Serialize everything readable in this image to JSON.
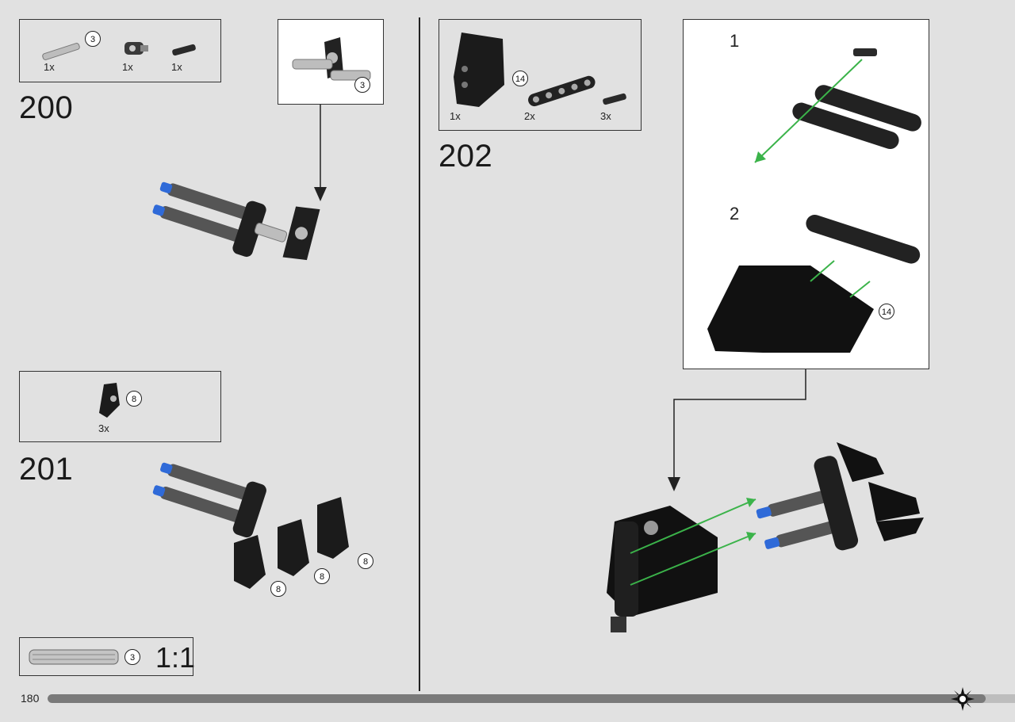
{
  "page_number": "180",
  "progress_fraction": 0.97,
  "step200": {
    "number": "200",
    "parts": [
      {
        "qty": "1x",
        "badge": "3",
        "icon": "axle-3-grey"
      },
      {
        "qty": "1x",
        "icon": "axle-connector-dark"
      },
      {
        "qty": "1x",
        "icon": "friction-pin-black"
      }
    ],
    "callout_badge": "3"
  },
  "step201": {
    "number": "201",
    "parts": [
      {
        "qty": "3x",
        "badge": "8",
        "icon": "panel-curved-black"
      }
    ],
    "badges": [
      "8",
      "8",
      "8"
    ]
  },
  "step202": {
    "number": "202",
    "parts": [
      {
        "qty": "1x",
        "badge": "14",
        "icon": "panel-large-black"
      },
      {
        "qty": "2x",
        "icon": "beam-5-black"
      },
      {
        "qty": "3x",
        "icon": "friction-pin-black"
      }
    ],
    "substep1": "1",
    "substep2": "2",
    "sub_badge": "14"
  },
  "scale_ref": {
    "badge": "3",
    "ratio": "1:1"
  },
  "colors": {
    "background": "#e1e1e1",
    "part_black": "#1b1b1b",
    "pin_blue": "#2f6ad8",
    "arrow_green": "#3bb34a"
  }
}
